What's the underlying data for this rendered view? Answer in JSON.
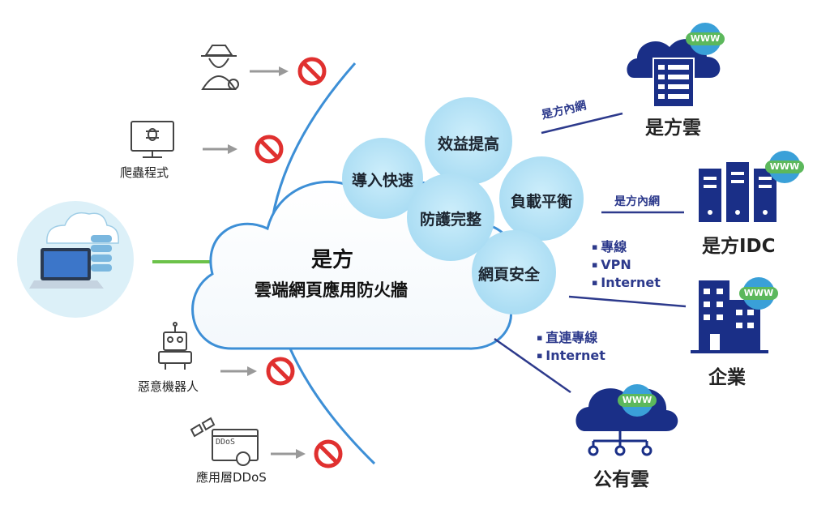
{
  "center": {
    "title": "是方",
    "subtitle": "雲端網頁應用防火牆"
  },
  "benefits": [
    "導入快速",
    "效益提高",
    "防護完整",
    "負載平衡",
    "網頁安全"
  ],
  "threats": [
    "爬蟲程式",
    "惡意機器人",
    "應用層DDoS"
  ],
  "threat_icon_texts": {
    "ddos_badge": "DDoS"
  },
  "destinations": {
    "cloud": "是方雲",
    "idc": "是方IDC",
    "enterprise": "企業",
    "public_cloud": "公有雲"
  },
  "connections": {
    "to_cloud": "是方內網",
    "to_idc": "是方內網",
    "to_enterprise": [
      "專線",
      "VPN",
      "Internet"
    ],
    "to_public_cloud": [
      "直連專線",
      "Internet"
    ]
  },
  "www_badge": "WWW",
  "colors": {
    "accent_blue": "#2d3a8c",
    "icon_blue": "#1a2f87",
    "bubble": "#bfe6f7",
    "green_arrow": "#6cc24a",
    "block_red": "#e0302f"
  }
}
